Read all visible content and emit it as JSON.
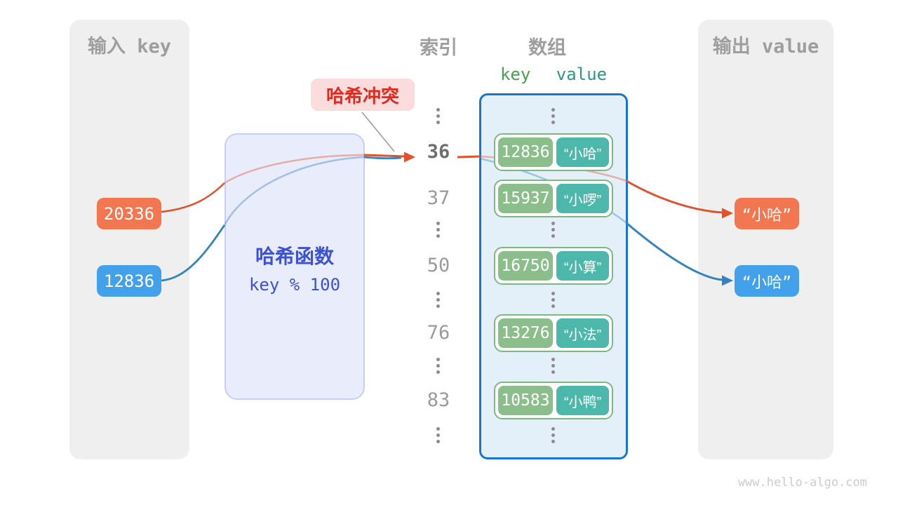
{
  "input_panel": {
    "title": "输入 key",
    "keys": [
      {
        "value": "20336",
        "color": "orange"
      },
      {
        "value": "12836",
        "color": "blue"
      }
    ]
  },
  "hash_box": {
    "title": "哈希函数",
    "formula": "key % 100"
  },
  "collision_label": {
    "text": "哈希冲突"
  },
  "index_column": {
    "title": "索引",
    "rows": [
      {
        "type": "dots"
      },
      {
        "type": "value",
        "text": "36",
        "highlight": true
      },
      {
        "type": "value",
        "text": "37",
        "highlight": false
      },
      {
        "type": "dots"
      },
      {
        "type": "value",
        "text": "50",
        "highlight": false
      },
      {
        "type": "dots"
      },
      {
        "type": "value",
        "text": "76",
        "highlight": false
      },
      {
        "type": "dots"
      },
      {
        "type": "value",
        "text": "83",
        "highlight": false
      },
      {
        "type": "dots"
      }
    ]
  },
  "array_panel": {
    "title": "数组",
    "key_header": "key",
    "value_header": "value",
    "rows": [
      {
        "type": "dots"
      },
      {
        "type": "pair",
        "key": "12836",
        "value": "“小哈”"
      },
      {
        "type": "pair",
        "key": "15937",
        "value": "“小啰”"
      },
      {
        "type": "dots"
      },
      {
        "type": "pair",
        "key": "16750",
        "value": "“小算”"
      },
      {
        "type": "dots"
      },
      {
        "type": "pair",
        "key": "13276",
        "value": "“小法”"
      },
      {
        "type": "dots"
      },
      {
        "type": "pair",
        "key": "10583",
        "value": "“小鸭”"
      },
      {
        "type": "dots"
      }
    ]
  },
  "output_panel": {
    "title": "输出 value",
    "values": [
      {
        "text": "“小哈”",
        "color": "orange"
      },
      {
        "text": "“小哈”",
        "color": "blue"
      }
    ]
  },
  "watermark": "www.hello-algo.com",
  "colors": {
    "orange_box": "#f2764f",
    "orange_line": "#e2512a",
    "blue_box": "#42a1ea",
    "blue_line": "#3183c4",
    "green_key_box": "#8cbe8b",
    "pair_border": "#7cb97c",
    "teal_value_box": "#4cb8ac",
    "panel_gray": "#efefef",
    "header_gray": "#9e9e9e",
    "hash_fill": "#e9ecfb",
    "hash_text": "#3b52d4",
    "collision_bg": "#fadcdc",
    "collision_text": "#e02a1d",
    "array_fill": "#e3f0fa",
    "array_border": "#1877cd",
    "key_header_green": "#44a14c",
    "value_header_teal": "#2e9688",
    "connector_gray": "#9e9e9e",
    "watermark_gray": "#cccccc"
  }
}
